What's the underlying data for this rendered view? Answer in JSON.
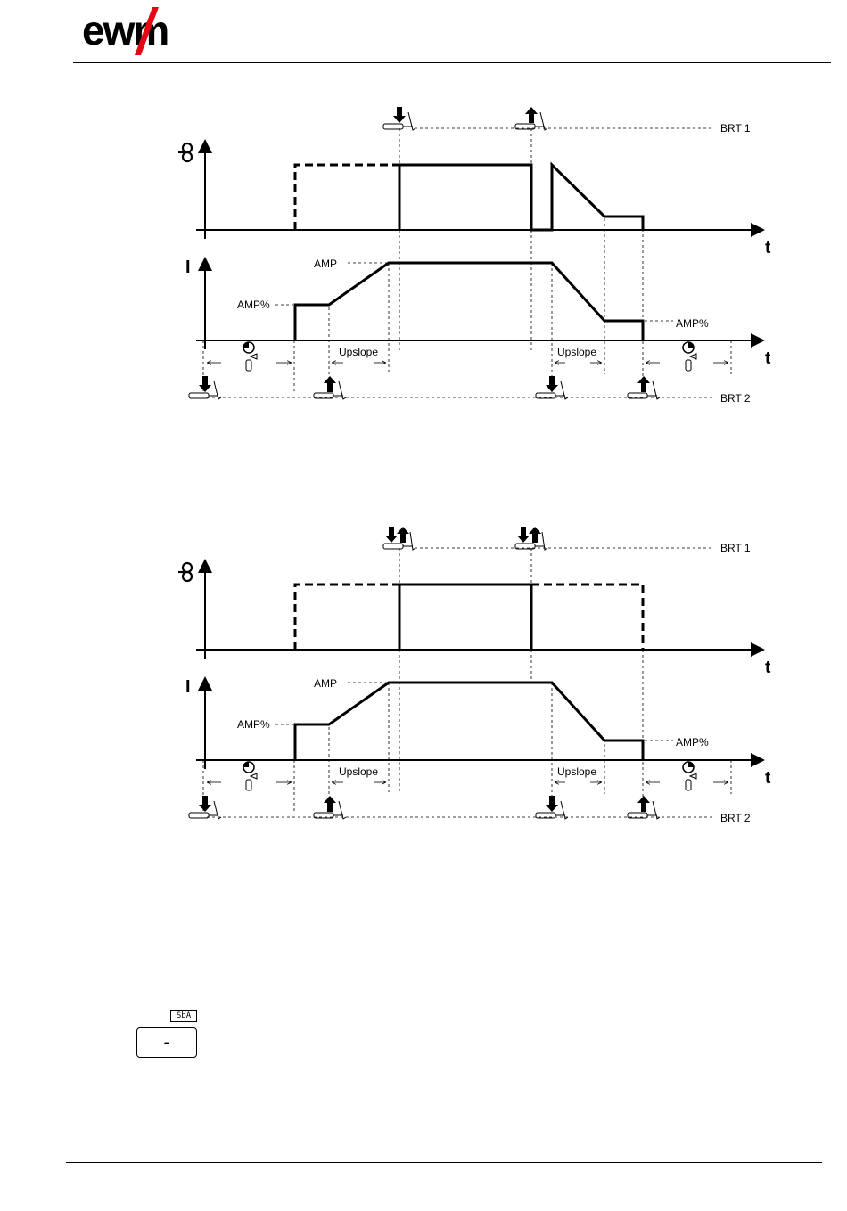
{
  "header": {
    "logo_text": "ewm",
    "brand_color": "#e30613"
  },
  "diagrams": [
    {
      "brt1_label": "BRT 1",
      "brt2_label": "BRT 2",
      "gas_axis_label": "t",
      "current_axis_label": "t",
      "current_symbol": "I",
      "amp_label": "AMP",
      "amp_start_label": "AMP%",
      "amp_end_label": "AMP%",
      "upslope_label_1": "Upslope",
      "upslope_label_2": "Upslope"
    },
    {
      "brt1_label": "BRT 1",
      "brt2_label": "BRT 2",
      "gas_axis_label": "t",
      "current_axis_label": "t",
      "current_symbol": "I",
      "amp_label": "AMP",
      "amp_start_label": "AMP%",
      "amp_end_label": "AMP%",
      "upslope_label_1": "Upslope",
      "upslope_label_2": "Upslope"
    }
  ],
  "key": {
    "display_text": "SbA",
    "button_label": "-"
  }
}
